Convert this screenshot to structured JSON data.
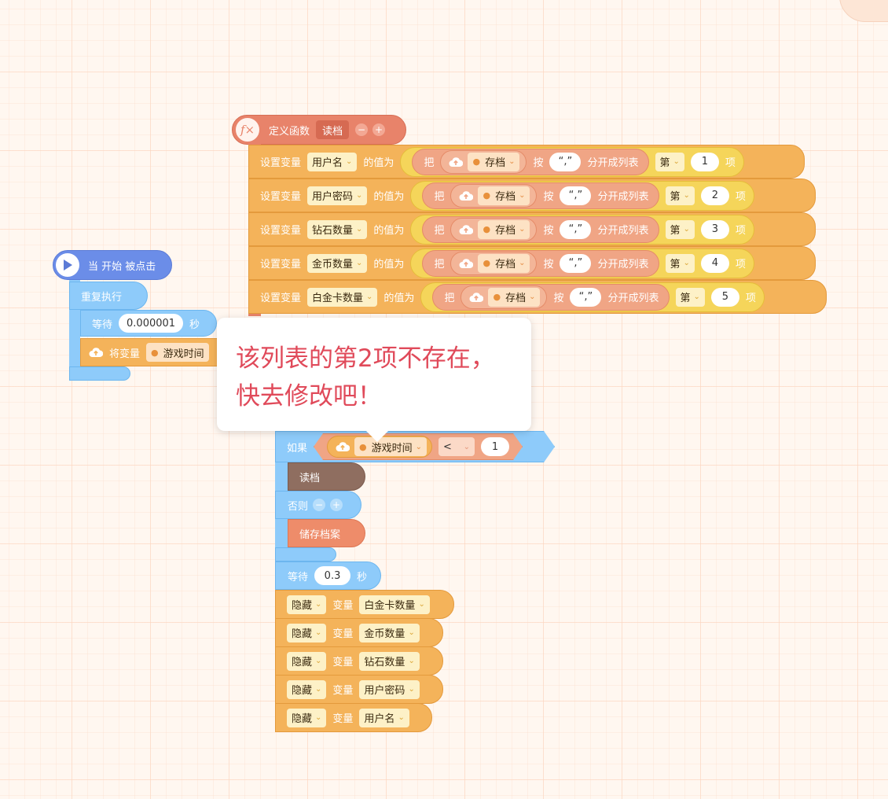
{
  "function_def": {
    "label": "定义函数",
    "name": "读档",
    "rows": [
      {
        "set_label": "设置变量",
        "var": "用户名",
        "value_label": "的值为",
        "split_prefix": "把",
        "source": "存档",
        "by_label": "按",
        "sep": "“,”",
        "split_label": "分开成列表",
        "nth_label": "第",
        "index": "1",
        "item_label": "项"
      },
      {
        "set_label": "设置变量",
        "var": "用户密码",
        "value_label": "的值为",
        "split_prefix": "把",
        "source": "存档",
        "by_label": "按",
        "sep": "“,”",
        "split_label": "分开成列表",
        "nth_label": "第",
        "index": "2",
        "item_label": "项"
      },
      {
        "set_label": "设置变量",
        "var": "钻石数量",
        "value_label": "的值为",
        "split_prefix": "把",
        "source": "存档",
        "by_label": "按",
        "sep": "“,”",
        "split_label": "分开成列表",
        "nth_label": "第",
        "index": "3",
        "item_label": "项"
      },
      {
        "set_label": "设置变量",
        "var": "金币数量",
        "value_label": "的值为",
        "split_prefix": "把",
        "source": "存档",
        "by_label": "按",
        "sep": "“,”",
        "split_label": "分开成列表",
        "nth_label": "第",
        "index": "4",
        "item_label": "项"
      },
      {
        "set_label": "设置变量",
        "var": "白金卡数量",
        "value_label": "的值为",
        "split_prefix": "把",
        "source": "存档",
        "by_label": "按",
        "sep": "“,”",
        "split_label": "分开成列表",
        "nth_label": "第",
        "index": "5",
        "item_label": "项"
      }
    ]
  },
  "start_event": {
    "label": "当 开始 被点击",
    "repeat_label": "重复执行",
    "wait_label": "等待",
    "wait_value": "0.000001",
    "wait_unit": "秒",
    "set_var_label": "将变量",
    "set_var_name": "游戏时间"
  },
  "tooltip": {
    "line1": "该列表的第2项不存在，",
    "line2": "快去修改吧！"
  },
  "if_block": {
    "if_label": "如果",
    "var": "游戏时间",
    "op": "<",
    "value": "1",
    "call1": "读档",
    "else_label": "否则",
    "call2": "储存档案",
    "wait_label": "等待",
    "wait_value": "0.3",
    "wait_unit": "秒"
  },
  "hide_rows": [
    {
      "action": "隐藏",
      "var_label": "变量",
      "var": "白金卡数量"
    },
    {
      "action": "隐藏",
      "var_label": "变量",
      "var": "金币数量"
    },
    {
      "action": "隐藏",
      "var_label": "变量",
      "var": "钻石数量"
    },
    {
      "action": "隐藏",
      "var_label": "变量",
      "var": "用户密码"
    },
    {
      "action": "隐藏",
      "var_label": "变量",
      "var": "用户名"
    }
  ],
  "colors": {
    "event": "#6b8de8",
    "control": "#8ecbfa",
    "variable": "#f4b35a",
    "list": "#f5d55a",
    "text": "#f0a585",
    "function": "#e8836a",
    "error": "#e04a5a"
  }
}
